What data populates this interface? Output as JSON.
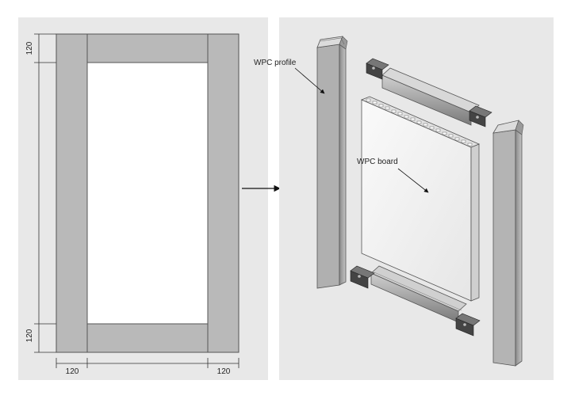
{
  "dimensions": {
    "top_left": "120",
    "bottom_left": "120",
    "bottom_left_width": "120",
    "bottom_right_width": "120"
  },
  "labels": {
    "wpc_profile": "WPC profile",
    "wpc_board": "WPC board"
  },
  "colors": {
    "panel_bg": "#e8e8e8",
    "frame_fill": "#b9b9b9",
    "frame_stroke": "#555555",
    "inner_fill": "#ffffff",
    "profile_fill": "#a8a8a8",
    "profile_dark": "#7d7d7d",
    "profile_light": "#d6d6d6",
    "board_fill": "#efefef"
  },
  "icons": {
    "flow_arrow": "right-arrow-icon"
  }
}
